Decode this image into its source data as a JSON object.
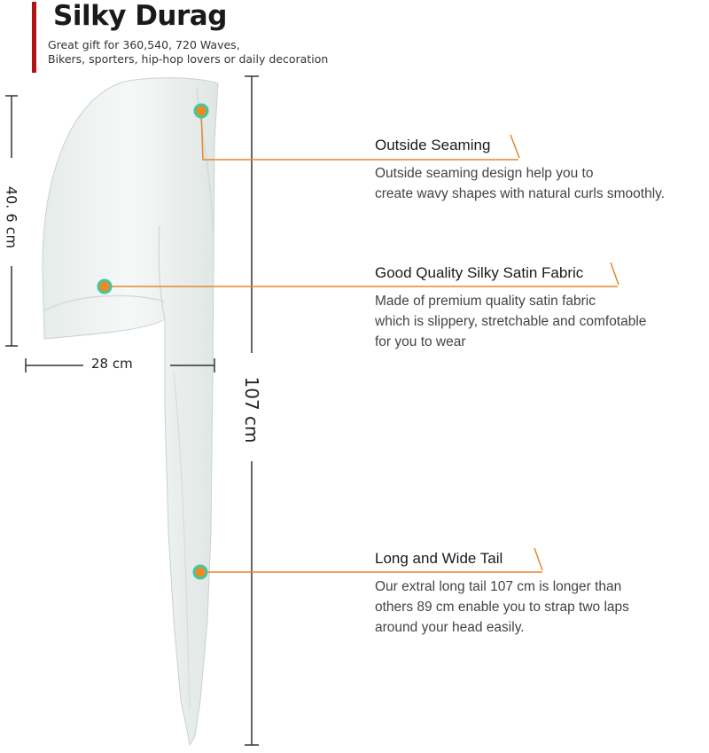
{
  "header": {
    "title": "Silky Durag",
    "subtitle_lines": [
      "Great gift for 360,540, 720 Waves,",
      "Bikers, sporters, hip-hop lovers or daily decoration"
    ]
  },
  "dimensions": {
    "height": "40. 6 cm",
    "width": "28 cm",
    "length": "107 cm"
  },
  "features": [
    {
      "title": "Outside Seaming",
      "lines": [
        "Outside seaming design help you to",
        "create wavy shapes with natural curls smoothly."
      ]
    },
    {
      "title": "Good Quality Silky Satin Fabric",
      "lines": [
        "Made of premium quality  satin fabric",
        "which is slippery, stretchable and comfotable",
        "for you to wear"
      ]
    },
    {
      "title": "Long and Wide Tail",
      "lines": [
        "Our extral long tail 107 cm is longer than",
        "others 89 cm enable you to strap two laps",
        "around your head easily."
      ]
    }
  ],
  "colors": {
    "accent": "#b01414",
    "marker_fill": "#f08a1e",
    "marker_ring": "#3fc8a0",
    "callout_line": "#e8862a",
    "fabric": "#eef2f1"
  }
}
